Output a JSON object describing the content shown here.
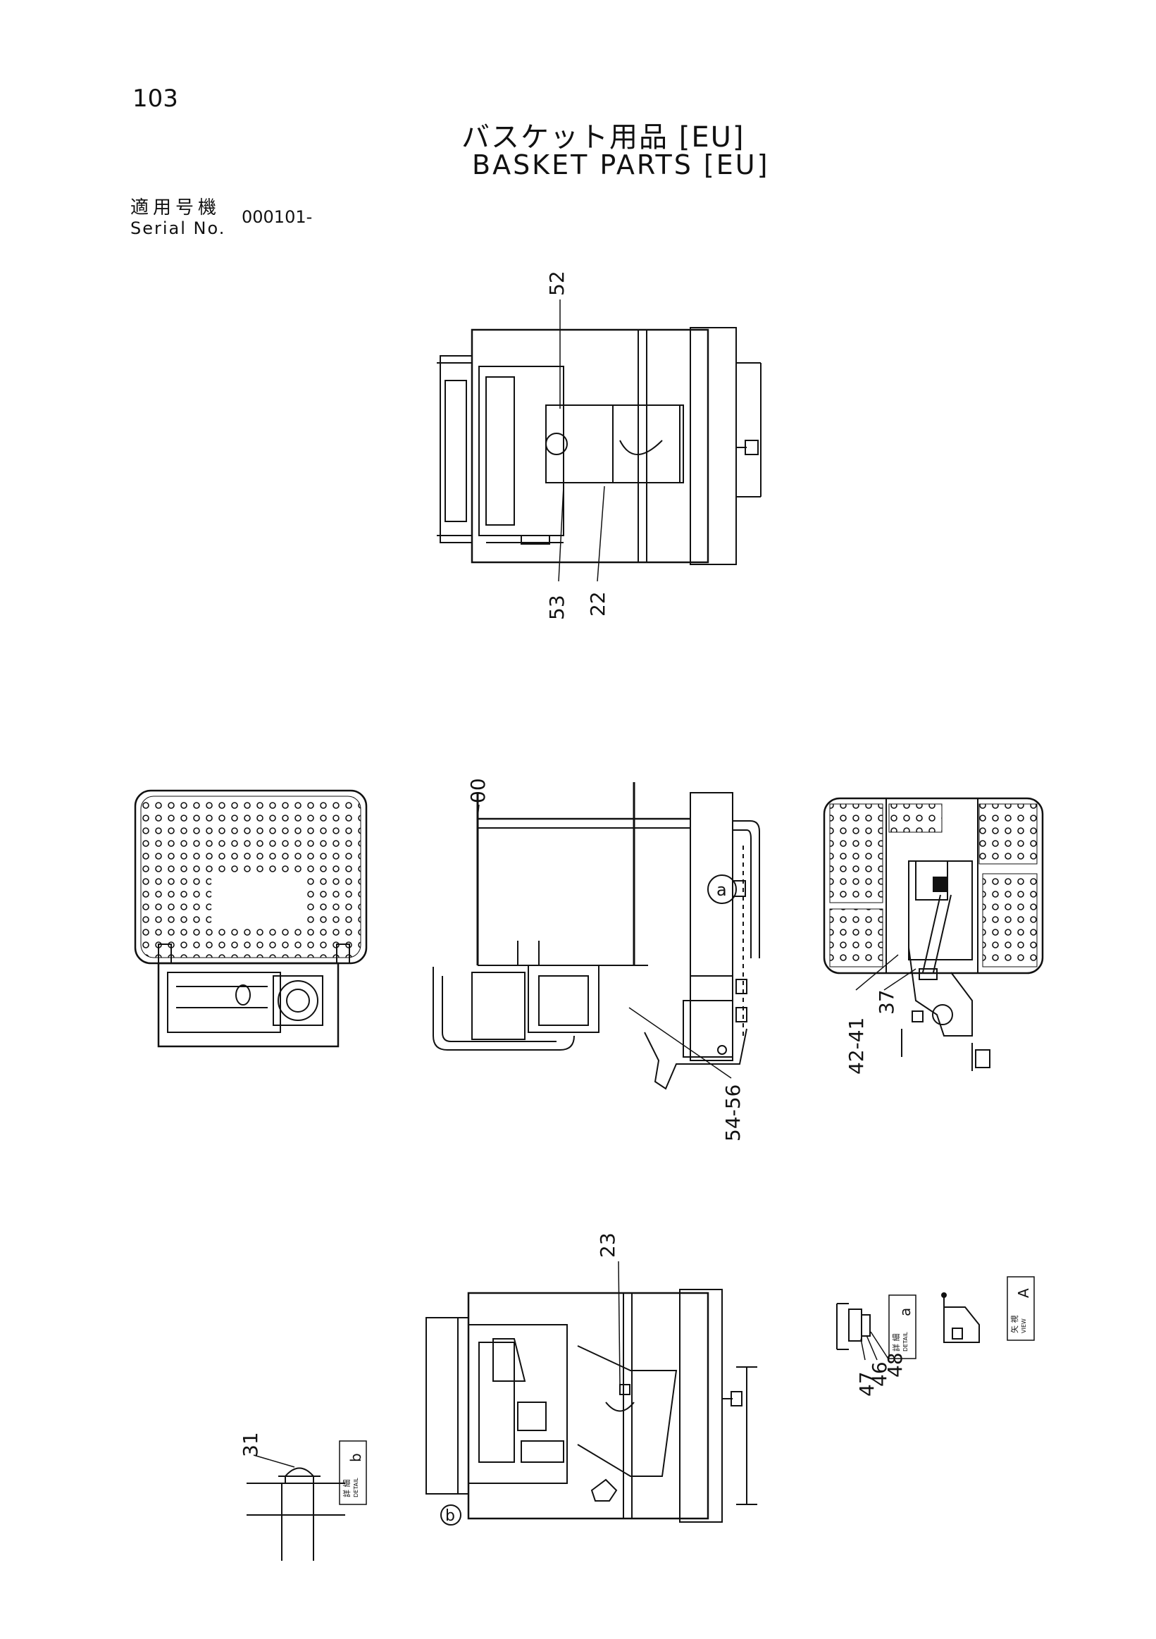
{
  "header": {
    "page_number": "103",
    "title_jp": "バスケット用品 [EU]",
    "title_en": "BASKET PARTS [EU]",
    "serial_label_jp": "適用号機",
    "serial_label_en": "Serial No.",
    "serial_value": "000101-"
  },
  "callouts": {
    "c52": "52",
    "c53": "53",
    "c22": "22",
    "c00": "00",
    "c54_56": "54-56",
    "c42_41": "42-41",
    "c37": "37",
    "c23": "23",
    "c31": "31",
    "c47": "47",
    "c46": "46",
    "c48": "48",
    "circle_a": "a",
    "circle_b": "b"
  },
  "detail_tags": {
    "detail_a_jp": "詳 細",
    "detail_a_en": "DETAIL",
    "detail_a_letter": "a",
    "detail_b_jp": "詳 細",
    "detail_b_en": "DETAIL",
    "detail_b_letter": "b",
    "view_a_jp": "矢 視",
    "view_a_en": "VIEW",
    "view_a_letter": "A"
  }
}
